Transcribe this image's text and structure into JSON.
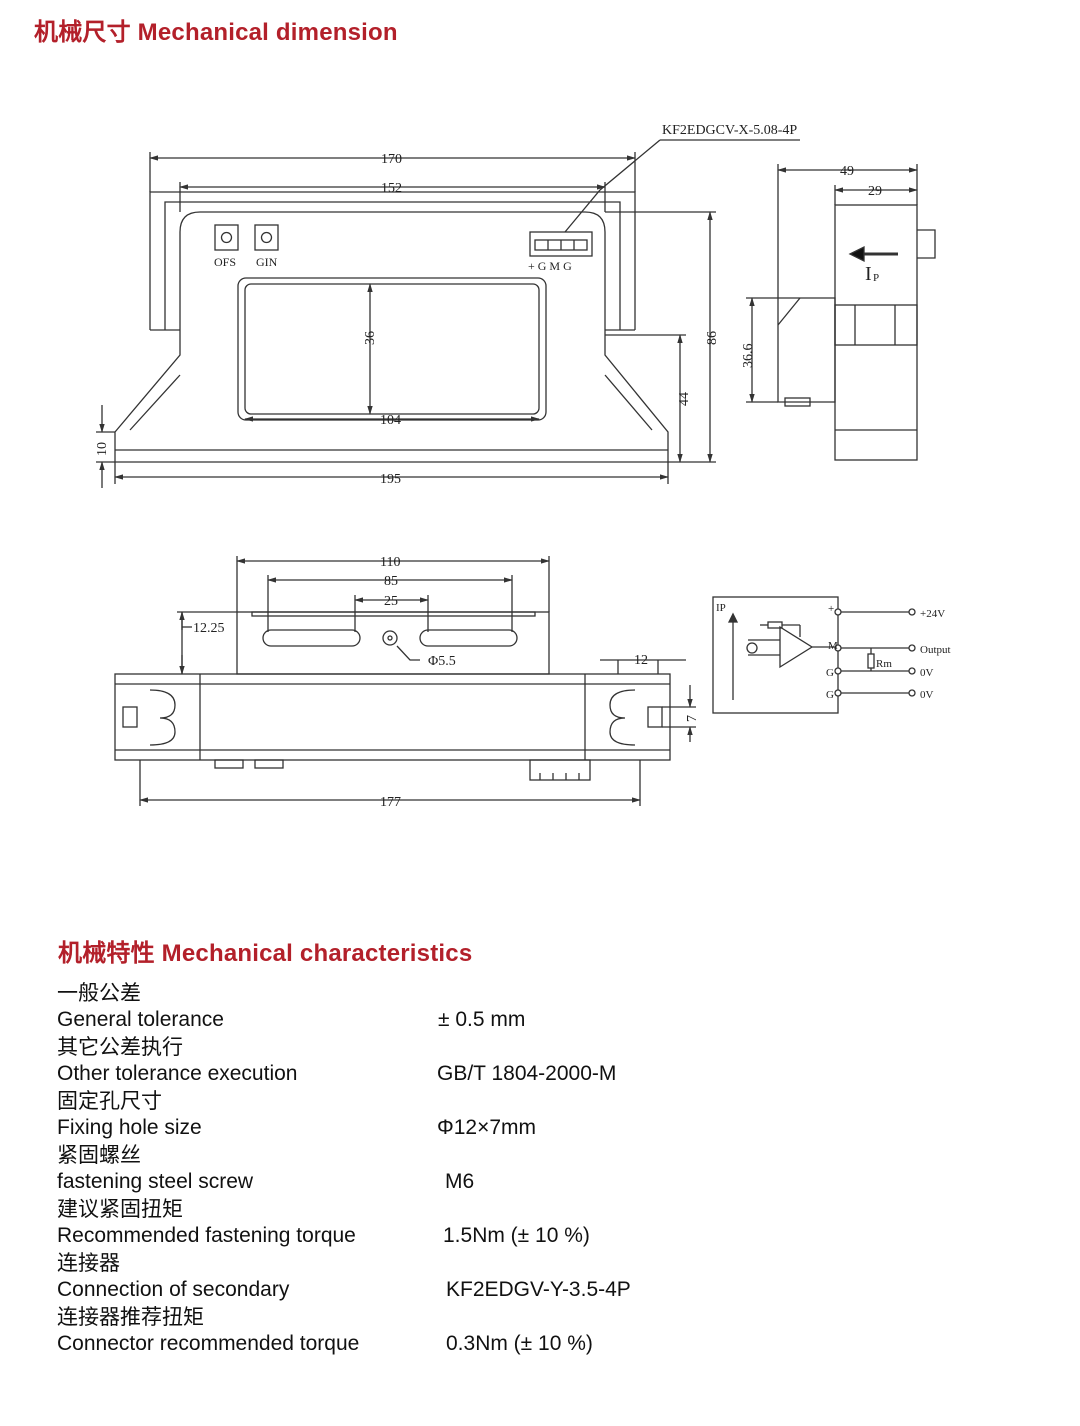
{
  "sections": {
    "dimension_title": "机械尺寸 Mechanical dimension",
    "characteristics_title": "机械特性 Mechanical characteristics"
  },
  "drawing": {
    "connector_label": "KF2EDGCV-X-5.08-4P",
    "front_labels": {
      "ofs": "OFS",
      "gin": "GIN",
      "pins": "+ G M G"
    },
    "front_dims": {
      "d170": "170",
      "d152": "152",
      "d36": "36",
      "d104": "104",
      "d86": "86",
      "d44": "44",
      "d10": "10",
      "d195": "195"
    },
    "side_dims": {
      "d49": "49",
      "d29": "29",
      "d36_6": "36.6"
    },
    "side_labels": {
      "ip": "I",
      "ip_sub": "P"
    },
    "bottom_dims": {
      "d110": "110",
      "d85": "85",
      "d25": "25",
      "d12_25": "12.25",
      "phi5_5": "Φ5.5",
      "d12": "12",
      "d7": "7",
      "d177": "177"
    },
    "circuit": {
      "ip": "IP",
      "plus": "+",
      "m": "M",
      "g1": "G",
      "g2": "G",
      "v24": "+24V",
      "output": "Output",
      "rm": "Rm",
      "v0a": "0V",
      "v0b": "0V"
    }
  },
  "specs": [
    {
      "cn": "一般公差",
      "en": "General tolerance",
      "value": "± 0.5 mm"
    },
    {
      "cn": "其它公差执行",
      "en": "Other tolerance execution",
      "value": "GB/T 1804-2000-M"
    },
    {
      "cn": "固定孔尺寸",
      "en": "Fixing hole size",
      "value": "Φ12×7mm"
    },
    {
      "cn": "紧固螺丝",
      "en": "fastening steel screw",
      "value": "M6"
    },
    {
      "cn": "建议紧固扭矩",
      "en": "Recommended fastening torque",
      "value": "1.5Nm (± 10 %)"
    },
    {
      "cn": "连接器",
      "en": "Connection of secondary",
      "value": "KF2EDGV-Y-3.5-4P"
    },
    {
      "cn": "连接器推荐扭矩",
      "en": "Connector recommended torque",
      "value": "0.3Nm (± 10 %)"
    }
  ]
}
